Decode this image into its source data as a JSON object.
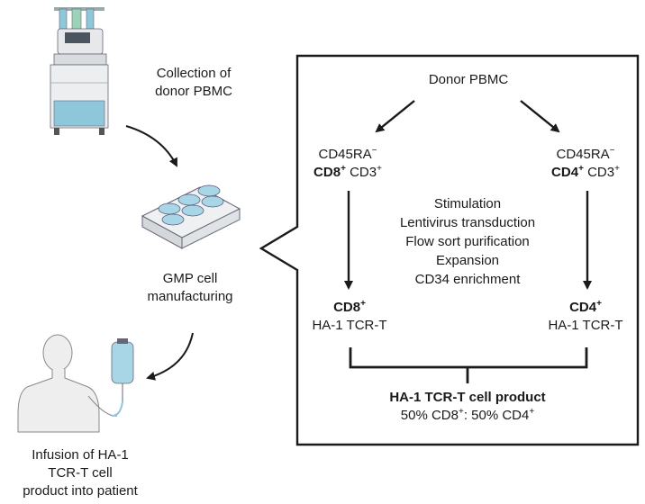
{
  "left_flow": {
    "collection_label_1": "Collection of",
    "collection_label_2": "donor PBMC",
    "gmp_label_1": "GMP cell",
    "gmp_label_2": "manufacturing",
    "infusion_label_1": "Infusion of HA-1",
    "infusion_label_2": "TCR-T cell",
    "infusion_label_3": "product into patient"
  },
  "box": {
    "top_label": "Donor PBMC",
    "left_branch": {
      "line1": "CD45RA",
      "line1_sup": "−",
      "marker": "CD8",
      "marker_sup": "+",
      "co_marker": " CD3",
      "co_marker_sup": "+"
    },
    "right_branch": {
      "line1": "CD45RA",
      "line1_sup": "−",
      "marker": "CD4",
      "marker_sup": "+",
      "co_marker": " CD3",
      "co_marker_sup": "+"
    },
    "steps": [
      "Stimulation",
      "Lentivirus transduction",
      "Flow sort purification",
      "Expansion",
      "CD34 enrichment"
    ],
    "left_result": {
      "marker": "CD8",
      "marker_sup": "+",
      "label": "HA-1 TCR-T"
    },
    "right_result": {
      "marker": "CD4",
      "marker_sup": "+",
      "label": "HA-1 TCR-T"
    },
    "product_title": "HA-1 TCR-T cell product",
    "product_ratio": {
      "p1": "50% CD8",
      "p1_sup": "+",
      "p2": ": 50% CD4",
      "p2_sup": "+"
    }
  },
  "colors": {
    "line": "#1a1a1a",
    "machine_blue": "#8ec6da",
    "dish_blue": "#a9d6e6",
    "skin": "#eeeeee"
  }
}
